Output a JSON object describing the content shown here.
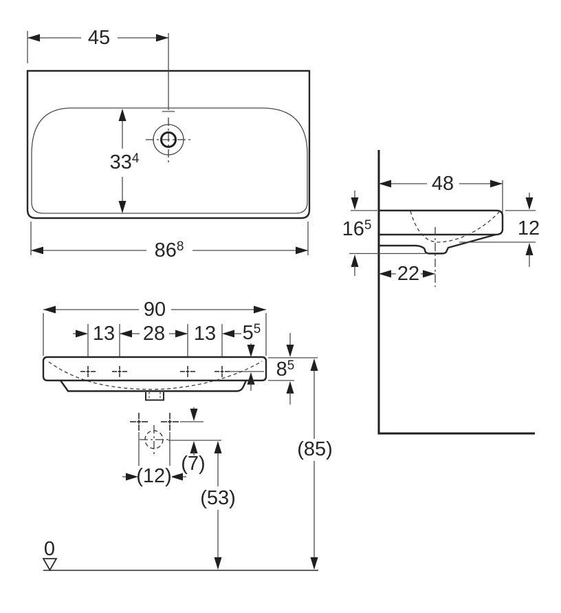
{
  "drawing": {
    "kind": "washbasin dimensional drawing",
    "line_color": "#262626",
    "background": "#ffffff"
  },
  "top_view": {
    "tap_hole_offset": "45",
    "basin_depth": {
      "main": "33",
      "sup": "4"
    },
    "overall_width": {
      "main": "86",
      "sup": "8"
    }
  },
  "side_view": {
    "depth": "48",
    "height_at_wall": {
      "main": "16",
      "sup": "5"
    },
    "front_edge_height": "12",
    "drain_offset_from_wall": "22"
  },
  "front_view": {
    "overall_width": "90",
    "tap_hole_pitch_left": "13",
    "tap_hole_pitch_center": "28",
    "tap_hole_pitch_right": "13",
    "rim_to_tap_hole": {
      "main": "5",
      "sup": "5"
    },
    "rim_edge_height": {
      "main": "8",
      "sup": "5"
    }
  },
  "installation": {
    "fixing_hole_spacing": "(12)",
    "fixing_to_drain": "(7)",
    "drain_height": "(53)",
    "rim_height": "(85)",
    "datum_level": "0"
  }
}
